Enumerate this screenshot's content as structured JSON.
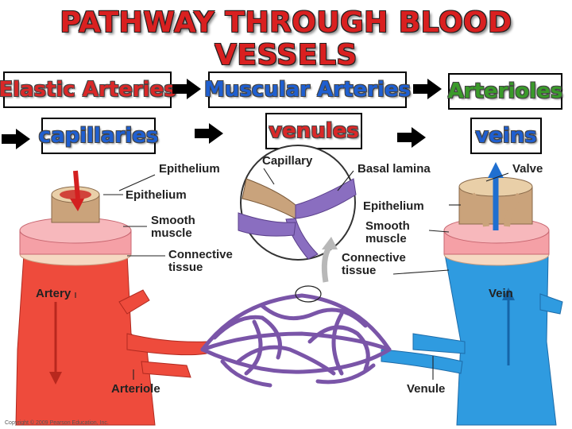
{
  "title": "PATHWAY THROUGH BLOOD VESSELS",
  "stages": {
    "elastic_arteries": "Elastic Arteries",
    "muscular_arteries": "Muscular Arteries",
    "arterioles": "Arterioles",
    "capillaries": "capillaries",
    "venules": "venules",
    "veins": "veins"
  },
  "colors": {
    "title": "#d92020",
    "arteries": "#d92828",
    "capillaries_text": "#1f5fd0",
    "arterioles_text": "#3a9a2a",
    "artery_body": "#ee4b3c",
    "vein_body": "#2f9be0",
    "capillary_bed": "#7a55a8"
  },
  "figure": {
    "labels": {
      "epithelium_top": "Epithelium",
      "capillary": "Capillary",
      "basal_lamina": "Basal lamina",
      "valve": "Valve",
      "epithelium_left": "Epithelium",
      "smooth_muscle_left": "Smooth muscle",
      "connective_tissue_left": "Connective tissue",
      "epithelium_right": "Epithelium",
      "smooth_muscle_right": "Smooth muscle",
      "connective_tissue_right": "Connective tissue",
      "artery": "Artery",
      "vein": "Vein",
      "arteriole": "Arteriole",
      "venule": "Venule"
    },
    "copyright": "Copyright © 2009 Pearson Education, Inc."
  }
}
